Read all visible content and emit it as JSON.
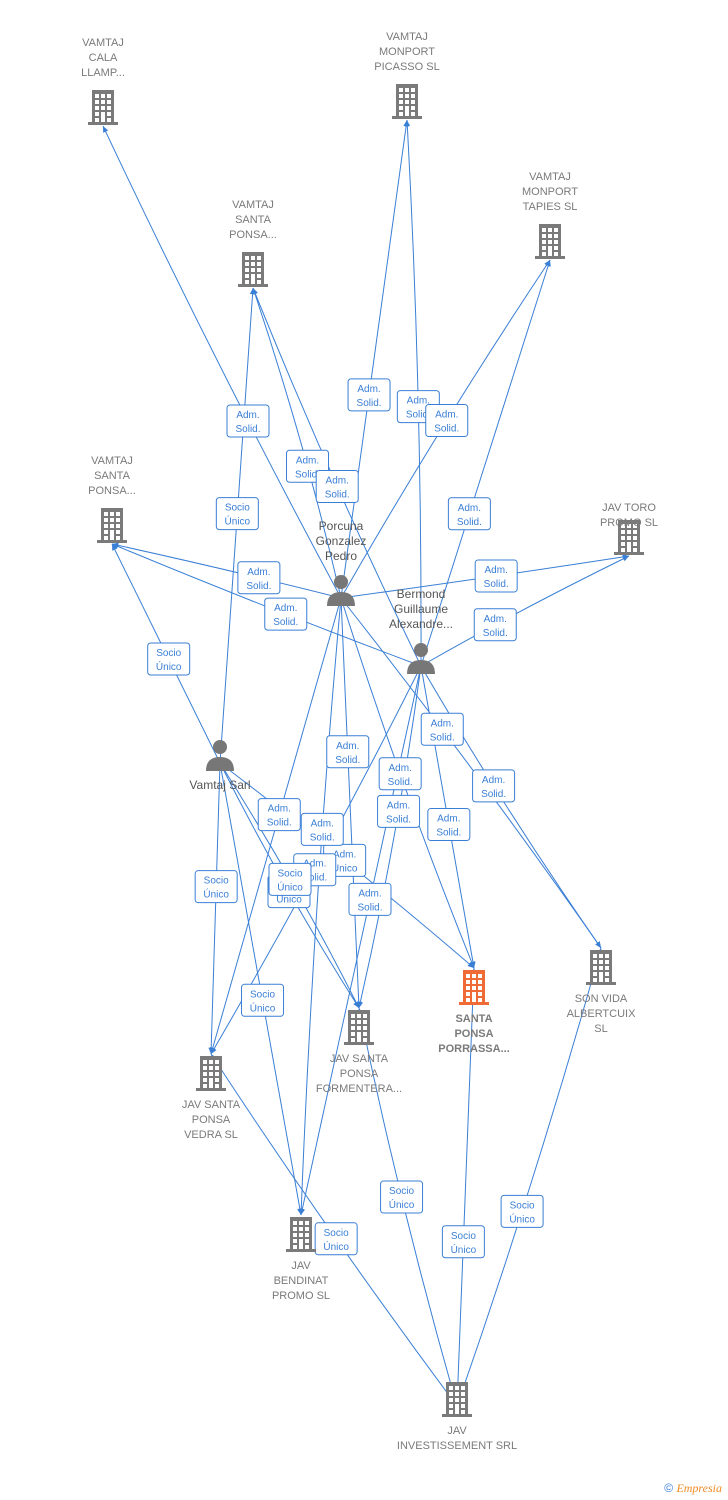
{
  "colors": {
    "edge": "#3a7fd6",
    "company": "#7a7a7a",
    "focus": "#f06a35",
    "person": "#777777"
  },
  "companies": [
    {
      "id": "cala",
      "lines": [
        "VAMTAJ",
        "CALA",
        "LLAMP..."
      ],
      "focus": false,
      "icon": "building-icon"
    },
    {
      "id": "picasso",
      "lines": [
        "VAMTAJ",
        "MONPORT",
        "PICASSO  SL"
      ],
      "focus": false,
      "icon": "building-icon"
    },
    {
      "id": "tapies",
      "lines": [
        "VAMTAJ",
        "MONPORT",
        "TAPIES  SL"
      ],
      "focus": false,
      "icon": "building-icon"
    },
    {
      "id": "sp1",
      "lines": [
        "VAMTAJ",
        "SANTA",
        "PONSA..."
      ],
      "focus": false,
      "icon": "building-icon"
    },
    {
      "id": "sp2",
      "lines": [
        "VAMTAJ",
        "SANTA",
        "PONSA..."
      ],
      "focus": false,
      "icon": "building-icon"
    },
    {
      "id": "toro",
      "lines": [
        "JAV TORO",
        "PROMO  SL"
      ],
      "focus": false,
      "icon": "building-icon"
    },
    {
      "id": "porrassa",
      "lines": [
        "SANTA",
        "PONSA",
        "PORRASSA..."
      ],
      "focus": true,
      "icon": "building-icon"
    },
    {
      "id": "albertcuix",
      "lines": [
        "SON VIDA",
        "ALBERTCUIX",
        "SL"
      ],
      "focus": false,
      "icon": "building-icon"
    },
    {
      "id": "formentera",
      "lines": [
        "JAV SANTA",
        "PONSA",
        "FORMENTERA..."
      ],
      "focus": false,
      "icon": "building-icon"
    },
    {
      "id": "vedra",
      "lines": [
        "JAV SANTA",
        "PONSA",
        "VEDRA  SL"
      ],
      "focus": false,
      "icon": "building-icon"
    },
    {
      "id": "bendinat",
      "lines": [
        "JAV",
        "BENDINAT",
        "PROMO  SL"
      ],
      "focus": false,
      "icon": "building-icon"
    },
    {
      "id": "investissement",
      "lines": [
        "JAV",
        "INVESTISSEMENT SRL"
      ],
      "focus": false,
      "icon": "building-icon"
    }
  ],
  "people": [
    {
      "id": "porcuna",
      "lines": [
        "Porcuna",
        "Gonzalez",
        "Pedro"
      ],
      "icon": "person-icon"
    },
    {
      "id": "bermond",
      "lines": [
        "Bermond",
        "Guillaume",
        "Alexandre..."
      ],
      "icon": "person-icon"
    },
    {
      "id": "vamtajsarl",
      "lines": [
        "Vamtaj Sarl"
      ],
      "icon": "person-icon"
    }
  ],
  "edges": [
    {
      "from": "porcuna",
      "to": "cala",
      "label": [
        "Adm.",
        "Solid."
      ]
    },
    {
      "from": "porcuna",
      "to": "picasso",
      "label": [
        "Adm.",
        "Solid."
      ]
    },
    {
      "from": "bermond",
      "to": "picasso",
      "label": [
        "Adm.",
        "Solid."
      ]
    },
    {
      "from": "porcuna",
      "to": "tapies",
      "label": [
        "Adm.",
        "Solid."
      ]
    },
    {
      "from": "bermond",
      "to": "tapies",
      "label": [
        "Adm.",
        "Solid."
      ]
    },
    {
      "from": "porcuna",
      "to": "sp1",
      "label": [
        "Adm.",
        "Solid."
      ]
    },
    {
      "from": "bermond",
      "to": "sp1",
      "label": [
        "Adm.",
        "Solid."
      ]
    },
    {
      "from": "vamtajsarl",
      "to": "sp1",
      "label": [
        "Socio",
        "Único"
      ]
    },
    {
      "from": "porcuna",
      "to": "sp2",
      "label": [
        "Adm.",
        "Solid."
      ]
    },
    {
      "from": "bermond",
      "to": "sp2",
      "label": [
        "Adm.",
        "Solid."
      ]
    },
    {
      "from": "vamtajsarl",
      "to": "sp2",
      "label": [
        "Socio",
        "Único"
      ]
    },
    {
      "from": "porcuna",
      "to": "toro",
      "label": [
        "Adm.",
        "Solid."
      ]
    },
    {
      "from": "bermond",
      "to": "toro",
      "label": [
        "Adm.",
        "Solid."
      ]
    },
    {
      "from": "vamtajsarl",
      "to": "vedra",
      "label": [
        "Socio",
        "Único"
      ]
    },
    {
      "from": "vamtajsarl",
      "to": "porrassa",
      "label": [
        "Adm.",
        "Unico"
      ]
    },
    {
      "from": "vamtajsarl",
      "to": "formentera",
      "label": [
        "Adm.",
        "Unico"
      ]
    },
    {
      "from": "porcuna",
      "to": "formentera",
      "label": [
        "Adm.",
        "Solid."
      ]
    },
    {
      "from": "bermond",
      "to": "formentera",
      "label": [
        "Adm.",
        "Solid."
      ]
    },
    {
      "from": "porcuna",
      "to": "porrassa",
      "label": [
        "Adm.",
        "Solid."
      ]
    },
    {
      "from": "bermond",
      "to": "porrassa",
      "label": [
        "Adm.",
        "Solid."
      ]
    },
    {
      "from": "porcuna",
      "to": "albertcuix",
      "label": [
        "Adm.",
        "Solid."
      ]
    },
    {
      "from": "bermond",
      "to": "albertcuix",
      "label": [
        "Adm.",
        "Solid."
      ]
    },
    {
      "from": "porcuna",
      "to": "vedra",
      "label": [
        "Adm.",
        "Solid."
      ]
    },
    {
      "from": "bermond",
      "to": "vedra",
      "label": [
        "Adm.",
        "Solid."
      ]
    },
    {
      "from": "porcuna",
      "to": "bendinat",
      "label": [
        "Adm.",
        "Solid."
      ]
    },
    {
      "from": "bermond",
      "to": "bendinat",
      "label": [
        "Adm.",
        "Solid."
      ]
    },
    {
      "from": "vamtajsarl",
      "to": "formentera",
      "label": [
        "Socio",
        "Único"
      ]
    },
    {
      "from": "investissement",
      "to": "formentera",
      "label": [
        "Socio",
        "Único"
      ]
    },
    {
      "from": "investissement",
      "to": "porrassa",
      "label": [
        "Socio",
        "Único"
      ]
    },
    {
      "from": "investissement",
      "to": "albertcuix",
      "label": [
        "Socio",
        "Único"
      ]
    },
    {
      "from": "investissement",
      "to": "vedra",
      "label": [
        "Socio",
        "Único"
      ]
    },
    {
      "from": "vamtajsarl",
      "to": "bendinat",
      "label": [
        "Socio",
        "Único"
      ]
    }
  ],
  "footer": {
    "copyright": "©",
    "brand": "Empresia"
  }
}
